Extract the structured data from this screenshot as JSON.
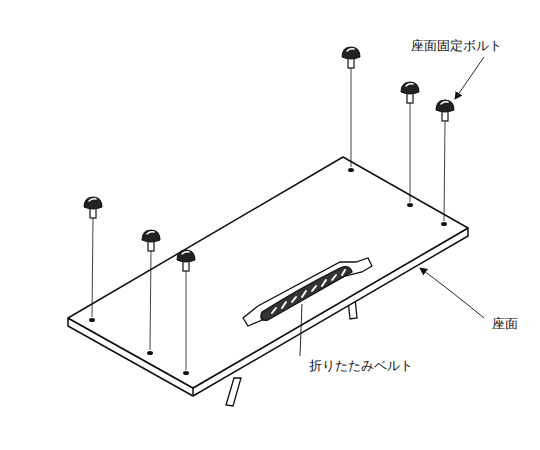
{
  "diagram": {
    "labels": [
      "座面固定ボルト",
      "座面",
      "折りたたみベルト"
    ]
  }
}
